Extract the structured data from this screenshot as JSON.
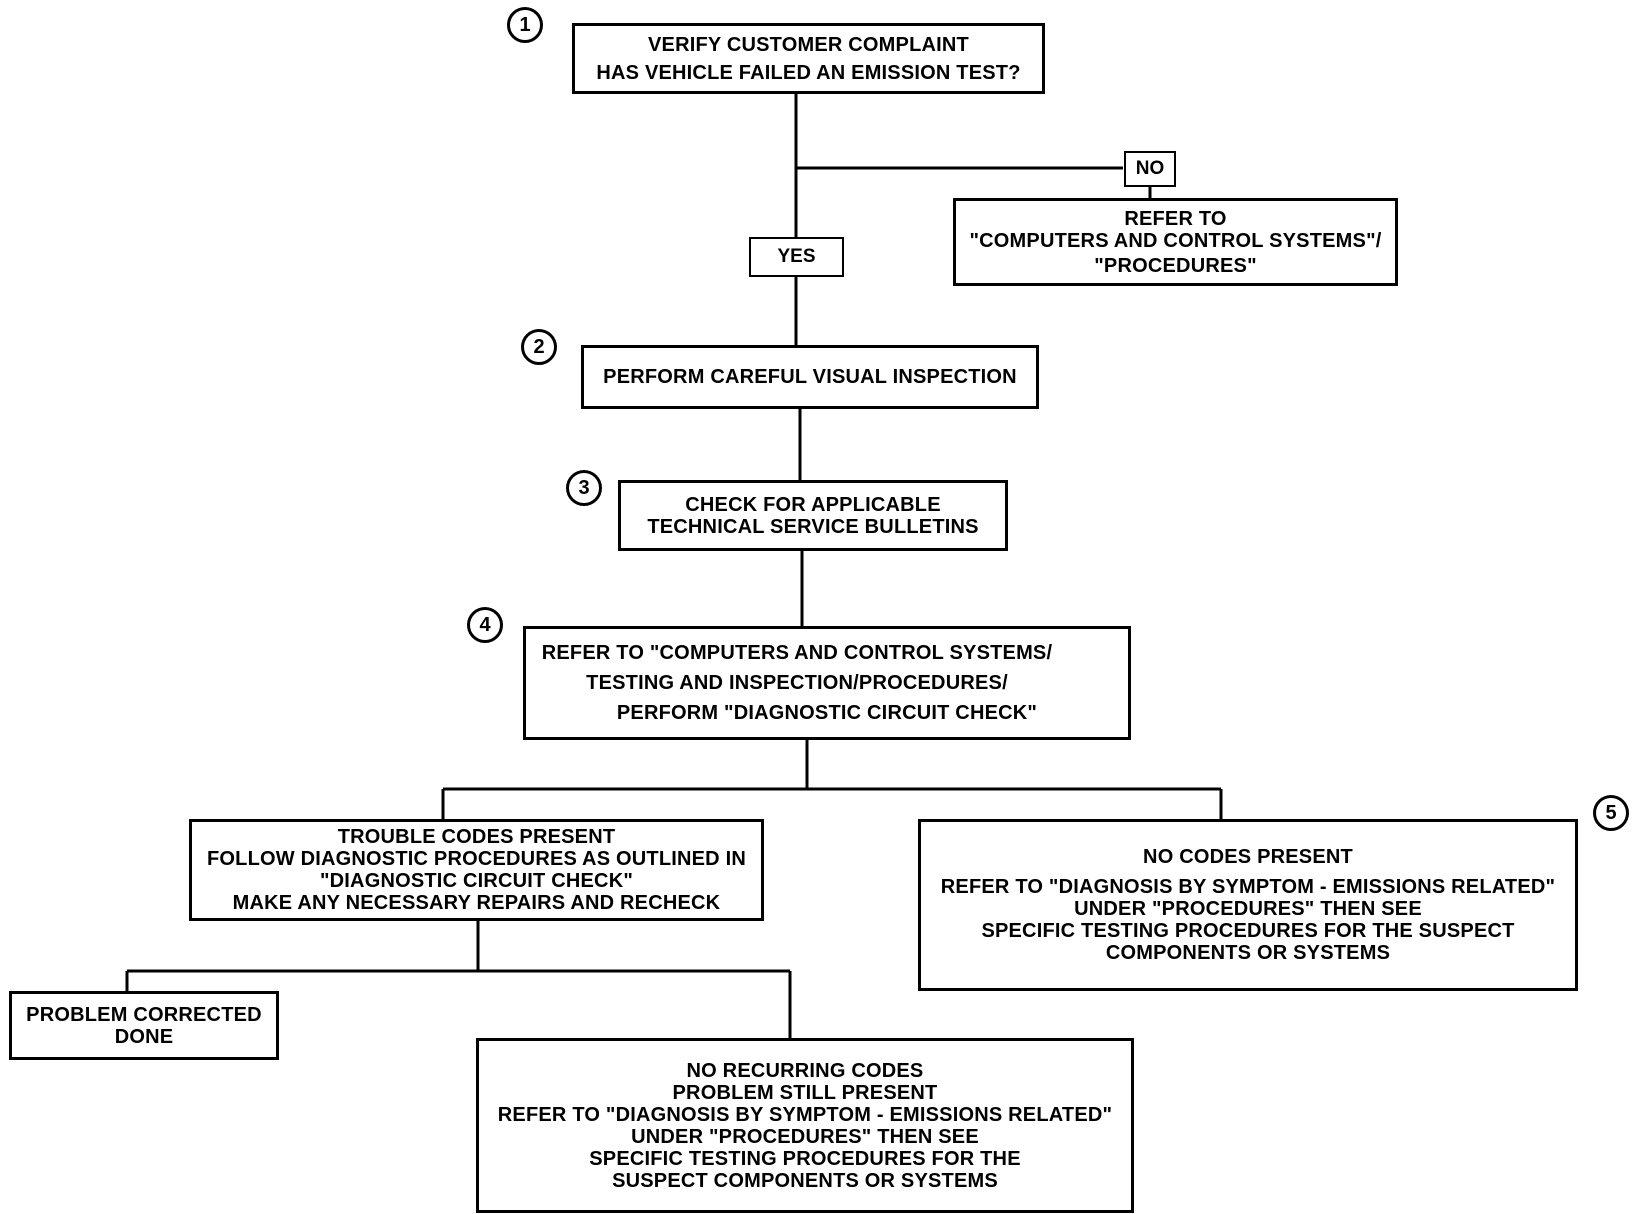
{
  "steps": [
    "1",
    "2",
    "3",
    "4",
    "5"
  ],
  "boxes": {
    "verify": [
      "VERIFY CUSTOMER COMPLAINT",
      "HAS VEHICLE FAILED AN EMISSION TEST?"
    ],
    "refer_no": [
      "REFER TO",
      "\"COMPUTERS AND CONTROL SYSTEMS\"/",
      "\"PROCEDURES\""
    ],
    "inspect": [
      "PERFORM CAREFUL VISUAL INSPECTION"
    ],
    "tsb": [
      "CHECK FOR APPLICABLE",
      "TECHNICAL SERVICE BULLETINS"
    ],
    "refer_check": [
      "REFER TO \"COMPUTERS AND CONTROL SYSTEMS/",
      "TESTING  AND INSPECTION/PROCEDURES/",
      "PERFORM  \"DIAGNOSTIC CIRCUIT CHECK\""
    ],
    "codes_present": [
      "TROUBLE CODES PRESENT",
      "FOLLOW DIAGNOSTIC PROCEDURES AS OUTLINED IN",
      "\"DIAGNOSTIC CIRCUIT CHECK\"",
      "MAKE ANY NECESSARY REPAIRS AND RECHECK"
    ],
    "no_codes": [
      "NO CODES PRESENT",
      "REFER TO \"DIAGNOSIS BY SYMPTOM - EMISSIONS RELATED\"",
      "UNDER \"PROCEDURES\" THEN SEE",
      "SPECIFIC TESTING PROCEDURES FOR THE SUSPECT",
      "COMPONENTS OR SYSTEMS"
    ],
    "corrected": [
      "PROBLEM CORRECTED",
      "DONE"
    ],
    "no_recurring": [
      "NO RECURRING CODES",
      "PROBLEM STILL PRESENT",
      "REFER TO \"DIAGNOSIS BY SYMPTOM - EMISSIONS RELATED\"",
      "UNDER \"PROCEDURES\" THEN SEE",
      "SPECIFIC TESTING PROCEDURES FOR THE",
      "SUSPECT COMPONENTS OR SYSTEMS"
    ]
  },
  "labels": {
    "no": "NO",
    "yes": "YES"
  }
}
